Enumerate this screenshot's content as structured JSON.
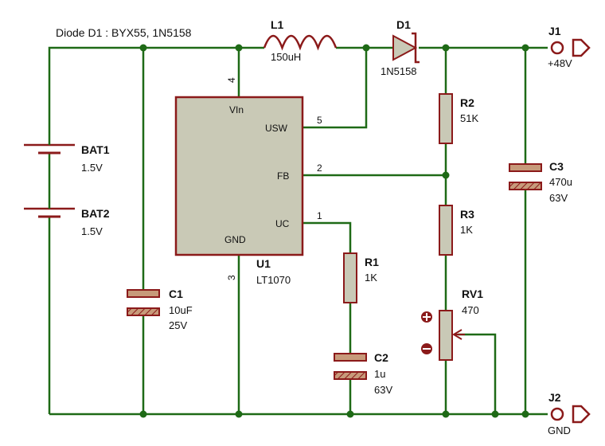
{
  "note": "Diode D1 : BYX55, 1N5158",
  "colors": {
    "wire": "#1e6a16",
    "component": "#8b1a1a",
    "ic_fill": "#c9c9b6",
    "hatch": "#c79a7a",
    "marker": "#8b1a1a"
  },
  "components": {
    "l1": {
      "name": "L1",
      "value": "150uH"
    },
    "d1": {
      "name": "D1",
      "value": "1N5158"
    },
    "j1": {
      "name": "J1",
      "value": "+48V"
    },
    "j2": {
      "name": "J2",
      "value": "GND"
    },
    "bat1": {
      "name": "BAT1",
      "value": "1.5V"
    },
    "bat2": {
      "name": "BAT2",
      "value": "1.5V"
    },
    "c1": {
      "name": "C1",
      "value": "10uF",
      "rating": "25V"
    },
    "r2": {
      "name": "R2",
      "value": "51K"
    },
    "c3": {
      "name": "C3",
      "value": "470u",
      "rating": "63V"
    },
    "r3": {
      "name": "R3",
      "value": "1K"
    },
    "r1": {
      "name": "R1",
      "value": "1K"
    },
    "rv1": {
      "name": "RV1",
      "value": "470"
    },
    "c2": {
      "name": "C2",
      "value": "1u",
      "rating": "63V"
    },
    "u1": {
      "name": "U1",
      "value": "LT1070",
      "pins": {
        "vin": "VIn",
        "usw": "USW",
        "fb": "FB",
        "uc": "UC",
        "gnd": "GND",
        "n4": "4",
        "n5": "5",
        "n2": "2",
        "n1": "1",
        "n3": "3"
      }
    }
  }
}
